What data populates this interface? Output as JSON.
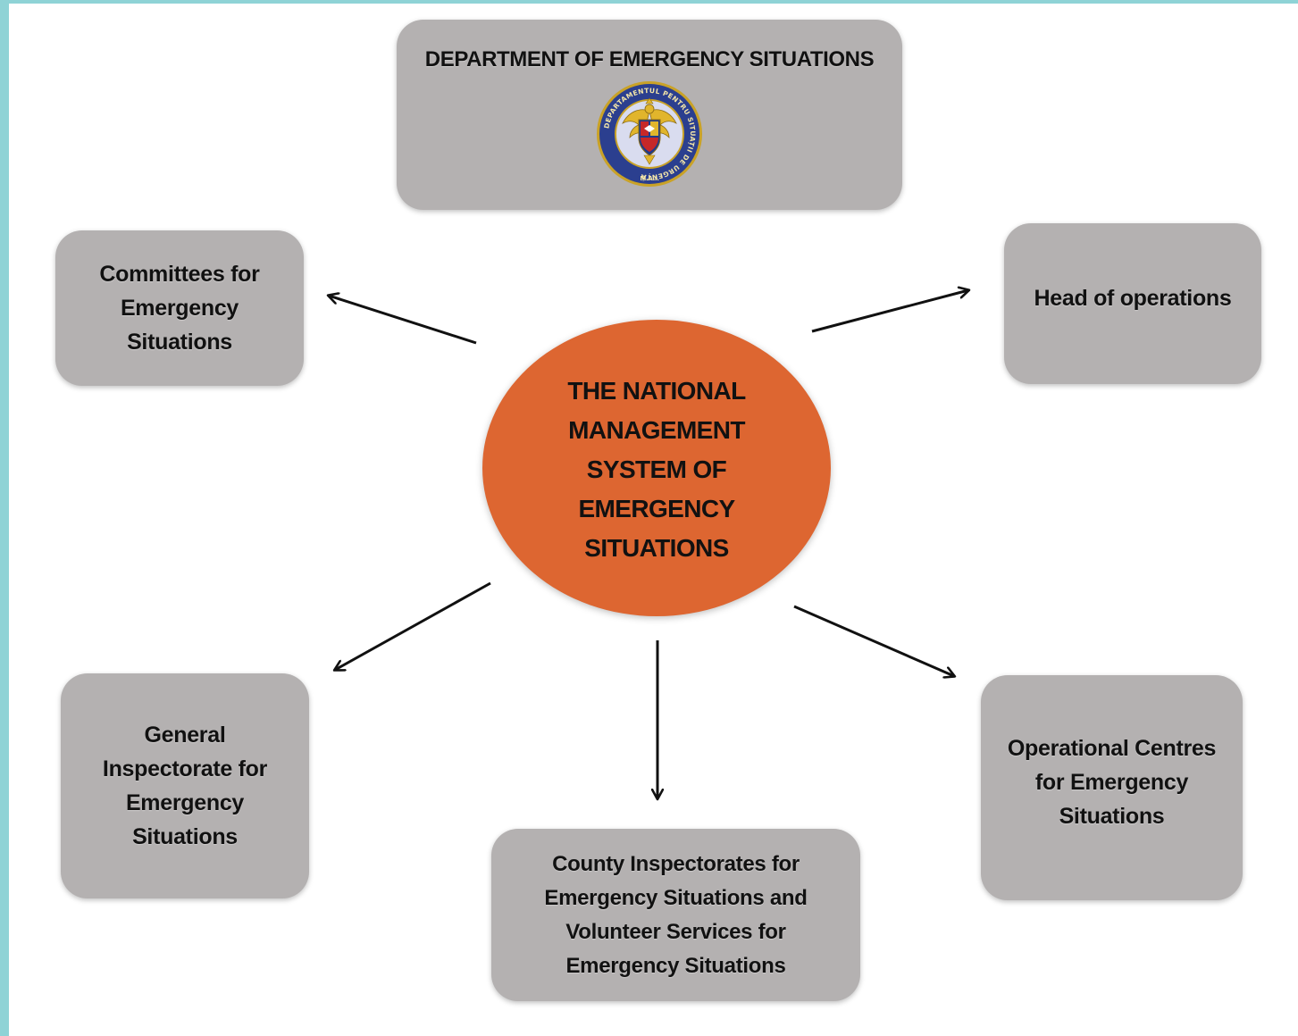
{
  "diagram": {
    "center": {
      "label": "THE NATIONAL\nMANAGEMENT\nSYSTEM OF\nEMERGENCY\nSITUATIONS"
    },
    "department": {
      "label": "DEPARTMENT OF EMERGENCY  SITUATIONS",
      "emblem": {
        "ring_text": "DEPARTAMENTUL PENTRU SITUAȚII DE URGENȚĂ",
        "bottom_text": "M.A.I.",
        "colors": {
          "ring": "#2b3f8f",
          "ring_border": "#c9a227",
          "shield_blue": "#1e3a8a",
          "gold": "#e1b52c",
          "red": "#c62828"
        }
      }
    },
    "nodes": {
      "committees": "Committees for\nEmergency\nSituations",
      "head": "Head of operations",
      "general": "General\nInspectorate for\nEmergency\nSituations",
      "county": "County Inspectorates for\nEmergency Situations and\nVolunteer Services for\nEmergency Situations",
      "operational": "Operational Centres\nfor Emergency\nSituations"
    },
    "colors": {
      "box_fill": "#b4b1b1",
      "center_fill": "#dd6631",
      "frame": "#8fd3d6",
      "arrow": "#111111"
    }
  }
}
